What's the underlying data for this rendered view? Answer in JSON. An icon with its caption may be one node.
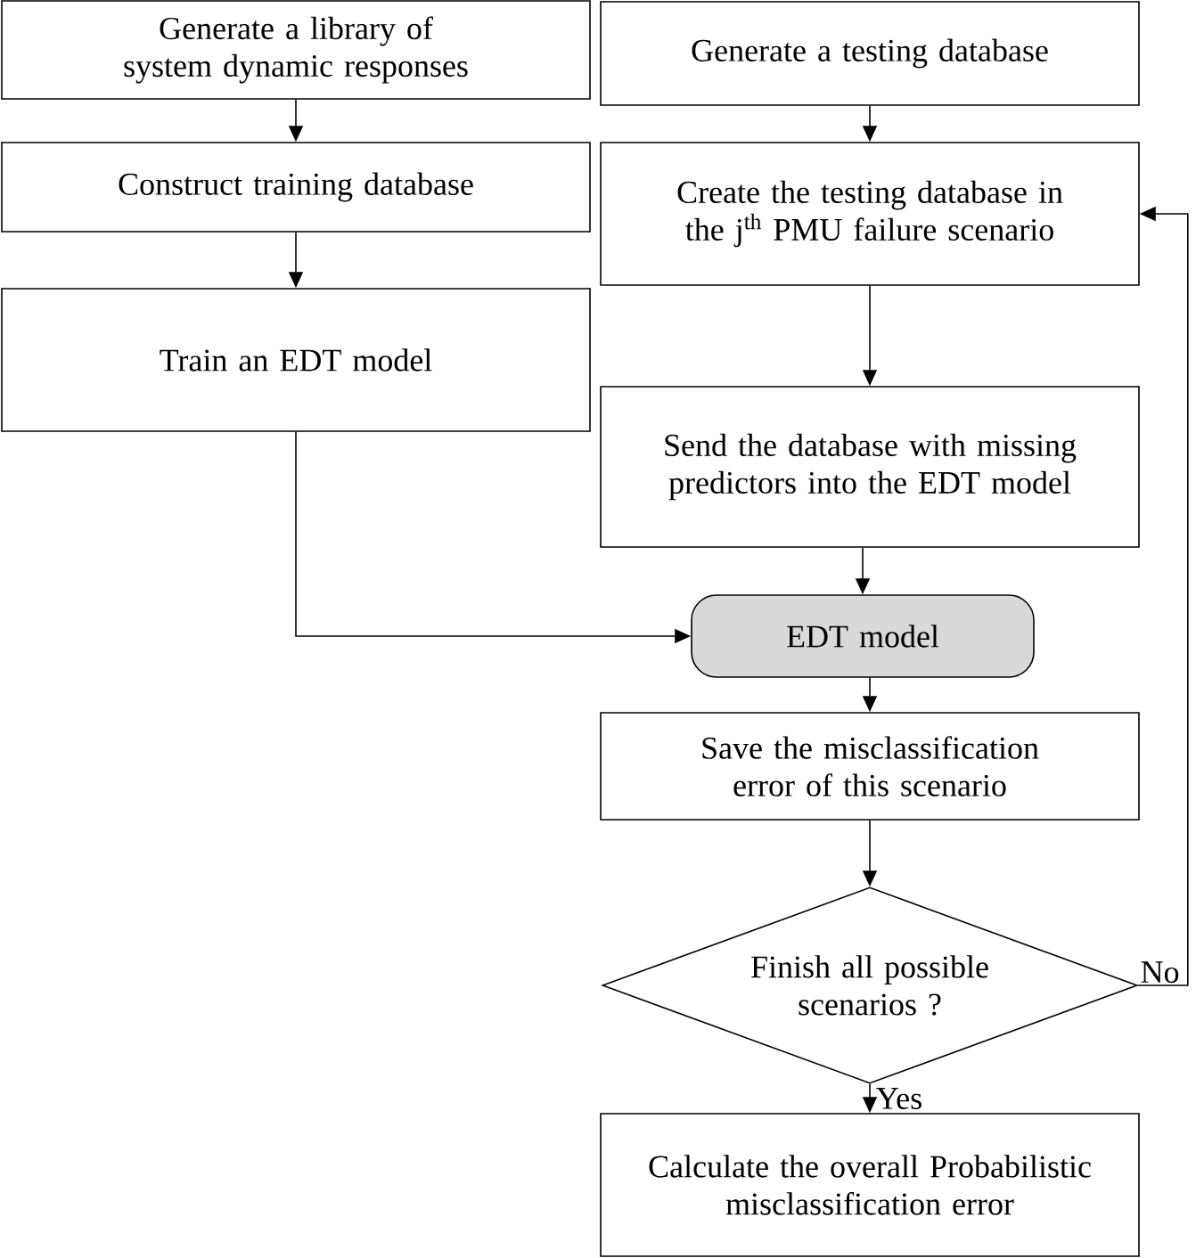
{
  "diagram": {
    "nodes": [
      {
        "text": [
          "Generate a library of system dynamic responses"
        ]
      },
      {
        "text": [
          "Construct training database"
        ]
      },
      {
        "text": [
          "Train an EDT model"
        ]
      },
      {
        "text": [
          "Generate a testing database"
        ]
      },
      {
        "text": [
          "Create the testing database in the j$^{th}$ PMU failure scenario"
        ]
      },
      {
        "text": [
          "Send the database with missing predictors into the EDT model"
        ]
      },
      {
        "text": [
          "EDT model"
        ]
      },
      {
        "text": [
          "Save the misclassification error of this scenario"
        ]
      },
      {
        "text": [
          "Finish all possible scenarios ?"
        ]
      },
      {
        "text": [
          "Calculate the overall Probabilistic misclassification error"
        ]
      }
    ],
    "edges": [
      {
        "from": 0,
        "to": 1,
        "arrow": "to"
      },
      {
        "from": 1,
        "to": 2,
        "arrow": "to"
      },
      {
        "from": 2,
        "to": 6,
        "arrow": "to"
      },
      {
        "from": 3,
        "to": 4,
        "arrow": "to"
      },
      {
        "from": 4,
        "to": 5,
        "arrow": "to"
      },
      {
        "from": 5,
        "to": 6,
        "arrow": "to"
      },
      {
        "from": 6,
        "to": 7,
        "arrow": "to"
      },
      {
        "from": 7,
        "to": 8,
        "arrow": "to"
      },
      {
        "from": 8,
        "to": 9,
        "arrow": "to",
        "label": "Yes"
      },
      {
        "from": 8,
        "to": 4,
        "arrow": "to",
        "label": "No"
      }
    ]
  }
}
